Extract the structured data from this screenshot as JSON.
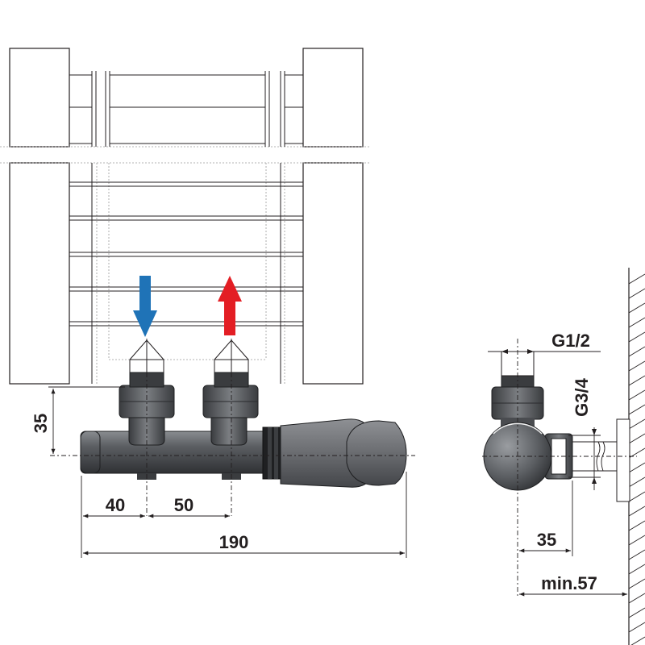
{
  "dimensions": {
    "height_axis": "35",
    "spacing_left": "40",
    "spacing_center": "50",
    "total_length": "190",
    "thread_top": "G1/2",
    "thread_side": "G3/4",
    "depth": "35",
    "wall_distance": "min.57"
  },
  "colors": {
    "flow_in_arrow": "#1f73b7",
    "flow_out_arrow": "#e31e24",
    "valve_body": "#55585c",
    "thermostatic_head": "#6b6d70"
  },
  "icons": {
    "inflow": "arrow-down-icon",
    "outflow": "arrow-up-icon",
    "wall": "wall-hatch-icon"
  }
}
